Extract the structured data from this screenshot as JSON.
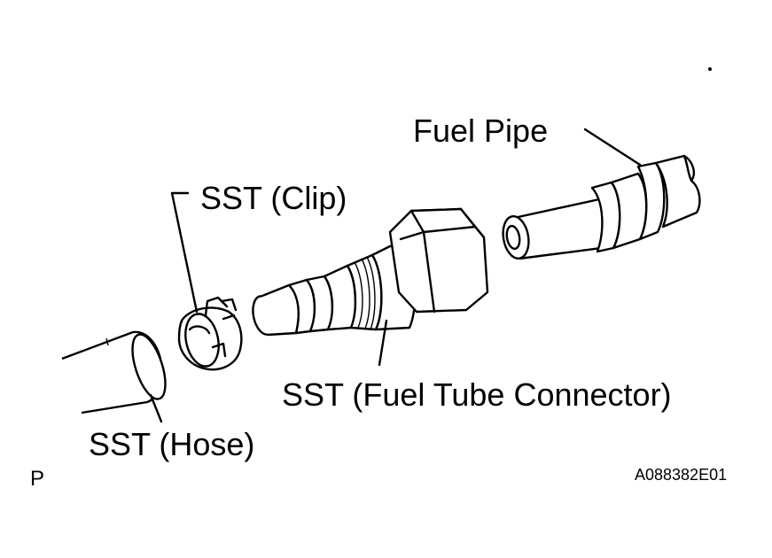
{
  "labels": {
    "fuel_pipe": "Fuel Pipe",
    "sst_clip": "SST (Clip)",
    "sst_connector": "SST (Fuel Tube Connector)",
    "sst_hose": "SST (Hose)"
  },
  "corner_mark": "P",
  "figure_code": "A088382E01"
}
